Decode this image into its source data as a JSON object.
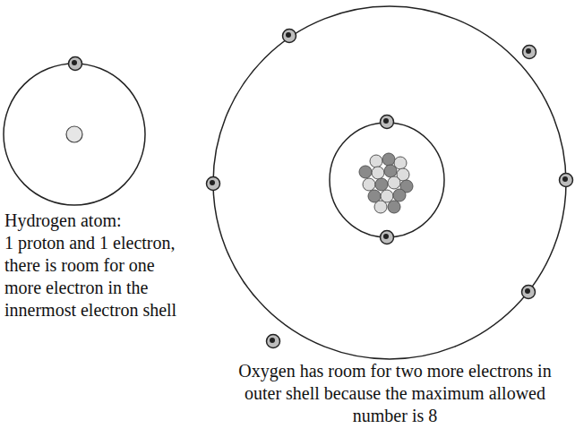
{
  "diagram": {
    "labels": [
      "Hydrogen atom:",
      "1 proton and 1 electron, there is room for one more electron in the innermost electron shell",
      "Oxygen has room for two more electrons in outer shell because the maximum allowed number is 8"
    ]
  }
}
